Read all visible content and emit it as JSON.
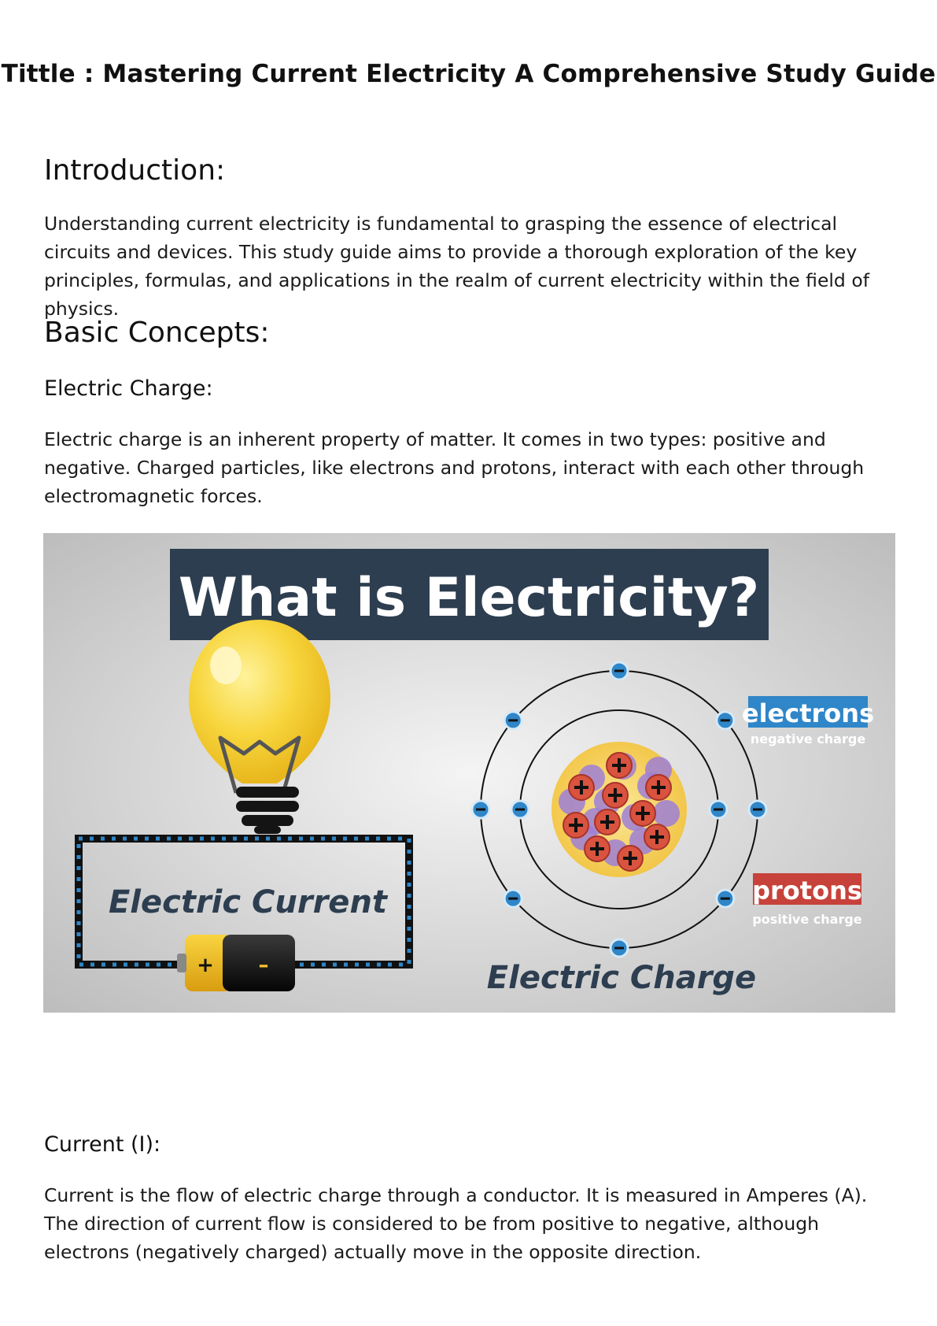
{
  "document": {
    "title": "Tittle : Mastering Current Electricity  A  Comprehensive Study Guide",
    "sections": {
      "introduction": {
        "heading": "Introduction:",
        "text": "Understanding current electricity is fundamental to grasping the essence of electrical circuits and devices. This study guide aims to provide a thorough exploration of the key principles, formulas, and applications in the realm of current electricity within the field of physics."
      },
      "basic_concepts": {
        "heading": "Basic Concepts:"
      },
      "electric_charge": {
        "heading": "Electric Charge:",
        "text": "Electric charge is an inherent property of matter. It comes in two types: positive and negative. Charged particles, like electrons and protons, interact with each other through electromagnetic forces."
      },
      "current": {
        "heading": "Current (I):",
        "text": "Current is the flow of electric charge through a conductor. It is measured in Amperes (A). The direction of current flow is considered to be from positive to negative, although electrons (negatively charged) actually move in the opposite direction."
      }
    }
  },
  "figure": {
    "banner": "What is Electricity?",
    "circuit_label": "Electric Current",
    "charge_label": "Electric Charge",
    "battery_plus": "+",
    "battery_minus": "–",
    "electrons_label": "electrons",
    "electrons_sub": "negative charge",
    "protons_label": "protons",
    "protons_sub": "positive charge",
    "colors": {
      "banner_bg": "#2d3e50",
      "electron_blue": "#2f86c8",
      "proton_red": "#c7423a",
      "bulb_yellow": "#f7d53c",
      "text_navy": "#2d3e50"
    },
    "icons": [
      "light-bulb-icon",
      "battery-icon",
      "atom-icon"
    ]
  }
}
